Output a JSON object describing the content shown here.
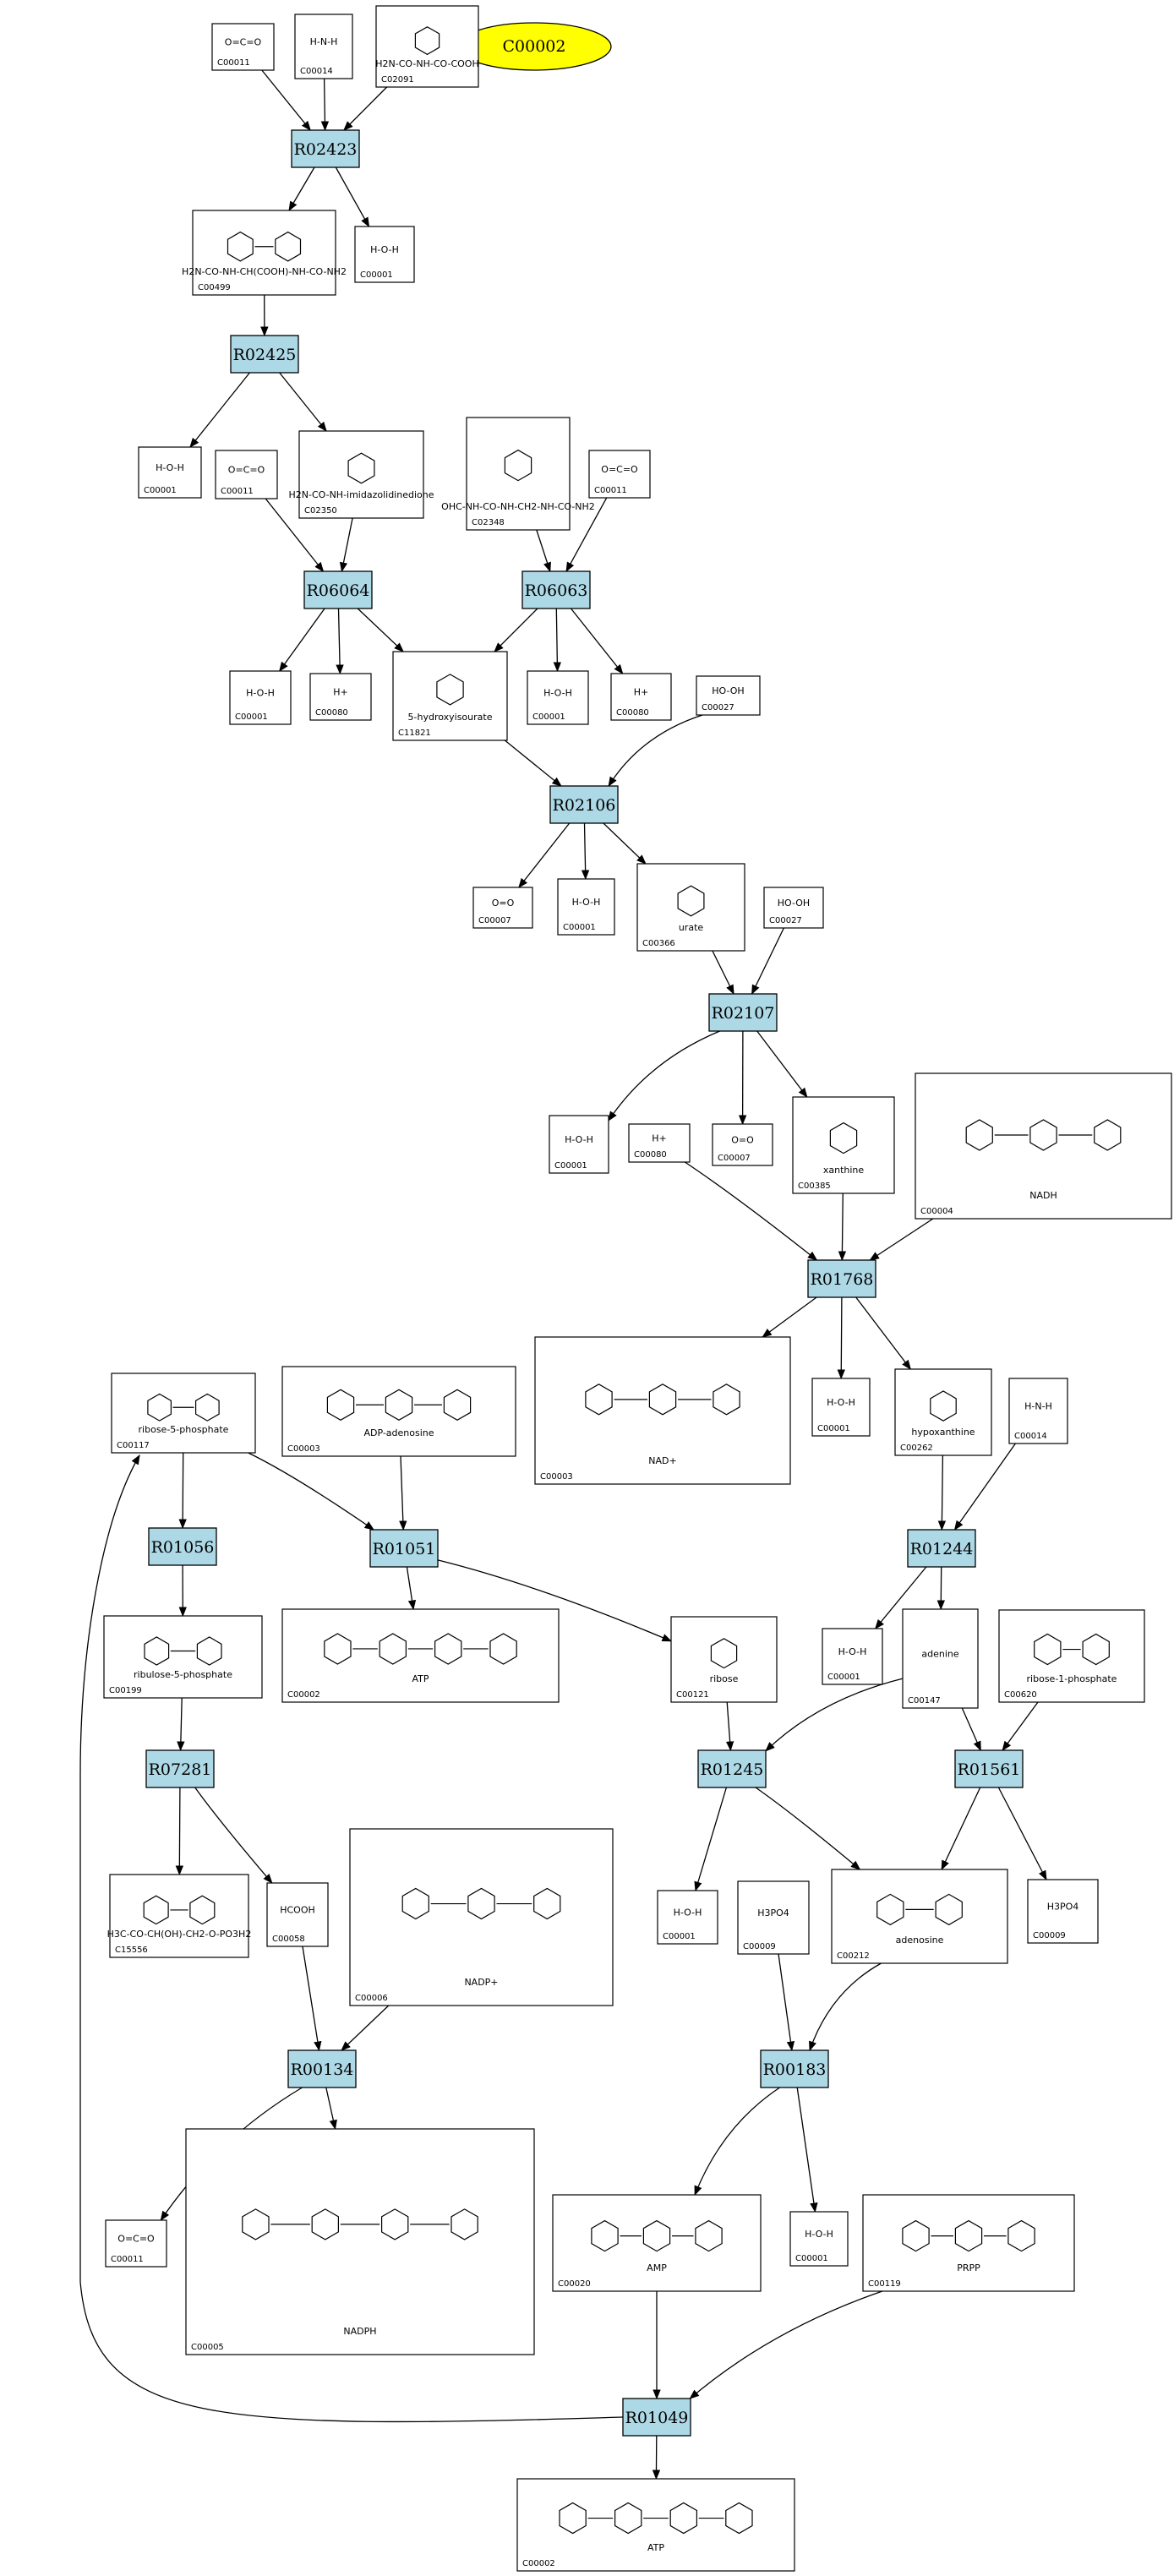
{
  "colors": {
    "reaction_fill": "#add8e6",
    "reaction_stroke": "#000000",
    "highlight_fill": "#ffff00",
    "edge": "#000000",
    "compound_stroke": "#000000"
  },
  "highlight": {
    "id": "C00002",
    "label": "C00002"
  },
  "reactions": [
    {
      "id": "R02423",
      "label": "R02423"
    },
    {
      "id": "R02425",
      "label": "R02425"
    },
    {
      "id": "R06064",
      "label": "R06064"
    },
    {
      "id": "R06063",
      "label": "R06063"
    },
    {
      "id": "R02106",
      "label": "R02106"
    },
    {
      "id": "R02107",
      "label": "R02107"
    },
    {
      "id": "R01768",
      "label": "R01768"
    },
    {
      "id": "R01056",
      "label": "R01056"
    },
    {
      "id": "R01051",
      "label": "R01051"
    },
    {
      "id": "R01244",
      "label": "R01244"
    },
    {
      "id": "R07281",
      "label": "R07281"
    },
    {
      "id": "R01245",
      "label": "R01245"
    },
    {
      "id": "R01561",
      "label": "R01561"
    },
    {
      "id": "R00134",
      "label": "R00134"
    },
    {
      "id": "R00183",
      "label": "R00183"
    },
    {
      "id": "R01049",
      "label": "R01049"
    }
  ],
  "compounds": [
    {
      "id": "n01",
      "label": "C00011",
      "formula": "O=C=O",
      "icon": "carbon-dioxide-structure"
    },
    {
      "id": "n02",
      "label": "C00014",
      "formula": "H-N-H",
      "icon": "ammonia-structure"
    },
    {
      "id": "n03",
      "label": "C02091",
      "formula": "H2N-CO-NH-CO-COOH",
      "icon": "oxalurate-structure"
    },
    {
      "id": "n04",
      "label": "C00499",
      "formula": "H2N-CO-NH-CH(COOH)-NH-CO-NH2",
      "icon": "allantoate-structure"
    },
    {
      "id": "n05",
      "label": "C00001",
      "formula": "H-O-H",
      "icon": "water-structure"
    },
    {
      "id": "n06",
      "label": "C00001",
      "formula": "H-O-H",
      "icon": "water-structure"
    },
    {
      "id": "n07",
      "label": "C00011",
      "formula": "O=C=O",
      "icon": "carbon-dioxide-structure"
    },
    {
      "id": "n08",
      "label": "C02350",
      "formula": "H2N-CO-NH-imidazolidinedione",
      "icon": "allantoin-structure"
    },
    {
      "id": "n09",
      "label": "C02348",
      "formula": "OHC-NH-CO-NH-CH2-NH-CO-NH2",
      "icon": "ureidoglycine-structure"
    },
    {
      "id": "n10",
      "label": "C00011",
      "formula": "O=C=O",
      "icon": "carbon-dioxide-structure"
    },
    {
      "id": "n11",
      "label": "C00001",
      "formula": "H-O-H",
      "icon": "water-structure"
    },
    {
      "id": "n12",
      "label": "C00080",
      "formula": "H+",
      "icon": "proton-structure"
    },
    {
      "id": "n13",
      "label": "C11821",
      "formula": "5-hydroxyisourate",
      "icon": "hydroxyisourate-structure"
    },
    {
      "id": "n14",
      "label": "C00001",
      "formula": "H-O-H",
      "icon": "water-structure"
    },
    {
      "id": "n15",
      "label": "C00080",
      "formula": "H+",
      "icon": "proton-structure"
    },
    {
      "id": "n16",
      "label": "C00027",
      "formula": "HO-OH",
      "icon": "peroxide-structure"
    },
    {
      "id": "n17",
      "label": "C00007",
      "formula": "O=O",
      "icon": "oxygen-structure"
    },
    {
      "id": "n18",
      "label": "C00001",
      "formula": "H-O-H",
      "icon": "water-structure"
    },
    {
      "id": "n19",
      "label": "C00366",
      "formula": "urate",
      "icon": "urate-structure"
    },
    {
      "id": "n20",
      "label": "C00027",
      "formula": "HO-OH",
      "icon": "peroxide-structure"
    },
    {
      "id": "n21",
      "label": "C00001",
      "formula": "H-O-H",
      "icon": "water-structure"
    },
    {
      "id": "n22",
      "label": "C00080",
      "formula": "H+",
      "icon": "proton-structure"
    },
    {
      "id": "n23",
      "label": "C00007",
      "formula": "O=O",
      "icon": "oxygen-structure"
    },
    {
      "id": "n24",
      "label": "C00385",
      "formula": "xanthine",
      "icon": "xanthine-structure"
    },
    {
      "id": "n25",
      "label": "C00004",
      "formula": "NADH",
      "icon": "nadh-structure"
    },
    {
      "id": "n26",
      "label": "C00003",
      "formula": "NAD+",
      "icon": "nad-structure"
    },
    {
      "id": "n27",
      "label": "C00001",
      "formula": "H-O-H",
      "icon": "water-structure"
    },
    {
      "id": "n28",
      "label": "C00262",
      "formula": "hypoxanthine",
      "icon": "hypoxanthine-structure"
    },
    {
      "id": "n29",
      "label": "C00014",
      "formula": "H-N-H",
      "icon": "ammonia-structure"
    },
    {
      "id": "n30",
      "label": "C00117",
      "formula": "ribose-5-phosphate",
      "icon": "ribose-phosphate-structure"
    },
    {
      "id": "n31",
      "label": "C00003",
      "formula": "ADP-adenosine",
      "icon": "adp-structure"
    },
    {
      "id": "n32",
      "label": "C00199",
      "formula": "ribulose-5-phosphate",
      "icon": "ribulose-phosphate-structure"
    },
    {
      "id": "n33",
      "label": "C00002",
      "formula": "ATP",
      "icon": "atp-structure"
    },
    {
      "id": "n34",
      "label": "C00121",
      "formula": "ribose",
      "icon": "ribose-structure"
    },
    {
      "id": "n35",
      "label": "C00001",
      "formula": "H-O-H",
      "icon": "water-structure"
    },
    {
      "id": "n36",
      "label": "C00147",
      "formula": "adenine",
      "icon": "adenine-structure"
    },
    {
      "id": "n37",
      "label": "C00620",
      "formula": "ribose-1-phosphate",
      "icon": "ribose-phosphate-structure"
    },
    {
      "id": "n38",
      "label": "C15556",
      "formula": "H3C-CO-CH(OH)-CH2-O-PO3H2",
      "icon": "deoxyxylulose-phosphate-structure"
    },
    {
      "id": "n39",
      "label": "C00058",
      "formula": "HCOOH",
      "icon": "formate-structure"
    },
    {
      "id": "n40",
      "label": "C00006",
      "formula": "NADP+",
      "icon": "nadp-structure"
    },
    {
      "id": "n41",
      "label": "C00001",
      "formula": "H-O-H",
      "icon": "water-structure"
    },
    {
      "id": "n42",
      "label": "C00009",
      "formula": "H3PO4",
      "icon": "phosphate-structure"
    },
    {
      "id": "n43",
      "label": "C00212",
      "formula": "adenosine",
      "icon": "adenosine-structure"
    },
    {
      "id": "n44",
      "label": "C00009",
      "formula": "H3PO4",
      "icon": "phosphate-structure"
    },
    {
      "id": "n45",
      "label": "C00011",
      "formula": "O=C=O",
      "icon": "carbon-dioxide-structure"
    },
    {
      "id": "n46",
      "label": "C00005",
      "formula": "NADPH",
      "icon": "nadph-structure"
    },
    {
      "id": "n47",
      "label": "C00020",
      "formula": "AMP",
      "icon": "amp-structure"
    },
    {
      "id": "n48",
      "label": "C00001",
      "formula": "H-O-H",
      "icon": "water-structure"
    },
    {
      "id": "n49",
      "label": "C00119",
      "formula": "PRPP",
      "icon": "prpp-structure"
    },
    {
      "id": "n50",
      "label": "C00002",
      "formula": "ATP",
      "icon": "atp-structure"
    }
  ],
  "edges": [
    [
      "n01",
      "R02423"
    ],
    [
      "n02",
      "R02423"
    ],
    [
      "n03",
      "R02423"
    ],
    [
      "R02423",
      "n04"
    ],
    [
      "R02423",
      "n05"
    ],
    [
      "n04",
      "R02425"
    ],
    [
      "R02425",
      "n06"
    ],
    [
      "R02425",
      "n08"
    ],
    [
      "n07",
      "R06064"
    ],
    [
      "n08",
      "R06064"
    ],
    [
      "n09",
      "R06063"
    ],
    [
      "n10",
      "R06063"
    ],
    [
      "R06064",
      "n11"
    ],
    [
      "R06064",
      "n12"
    ],
    [
      "R06064",
      "n13"
    ],
    [
      "R06063",
      "n13"
    ],
    [
      "R06063",
      "n14"
    ],
    [
      "R06063",
      "n15"
    ],
    [
      "n13",
      "R02106"
    ],
    [
      "n16",
      "R02106"
    ],
    [
      "R02106",
      "n17"
    ],
    [
      "R02106",
      "n18"
    ],
    [
      "R02106",
      "n19"
    ],
    [
      "n19",
      "R02107"
    ],
    [
      "n20",
      "R02107"
    ],
    [
      "R02107",
      "n21"
    ],
    [
      "R02107",
      "n23"
    ],
    [
      "R02107",
      "n24"
    ],
    [
      "n22",
      "R01768"
    ],
    [
      "n24",
      "R01768"
    ],
    [
      "n25",
      "R01768"
    ],
    [
      "R01768",
      "n26"
    ],
    [
      "R01768",
      "n27"
    ],
    [
      "R01768",
      "n28"
    ],
    [
      "n28",
      "R01244"
    ],
    [
      "n29",
      "R01244"
    ],
    [
      "R01244",
      "n35"
    ],
    [
      "R01244",
      "n36"
    ],
    [
      "n30",
      "R01056"
    ],
    [
      "n30",
      "R01051"
    ],
    [
      "n31",
      "R01051"
    ],
    [
      "R01056",
      "n32"
    ],
    [
      "R01051",
      "n33"
    ],
    [
      "R01051",
      "n34"
    ],
    [
      "n32",
      "R07281"
    ],
    [
      "R07281",
      "n38"
    ],
    [
      "R07281",
      "n39"
    ],
    [
      "n34",
      "R01245"
    ],
    [
      "n36",
      "R01245"
    ],
    [
      "n36",
      "R01561"
    ],
    [
      "n37",
      "R01561"
    ],
    [
      "R01245",
      "n41"
    ],
    [
      "R01245",
      "n43"
    ],
    [
      "R01561",
      "n43"
    ],
    [
      "R01561",
      "n44"
    ],
    [
      "n39",
      "R00134"
    ],
    [
      "n40",
      "R00134"
    ],
    [
      "R00134",
      "n45"
    ],
    [
      "R00134",
      "n46"
    ],
    [
      "n42",
      "R00183"
    ],
    [
      "n43",
      "R00183"
    ],
    [
      "R00183",
      "n47"
    ],
    [
      "R00183",
      "n48"
    ],
    [
      "n47",
      "R01049"
    ],
    [
      "n49",
      "R01049"
    ],
    [
      "R01049",
      "n50"
    ],
    [
      "R01049",
      "n30"
    ]
  ]
}
